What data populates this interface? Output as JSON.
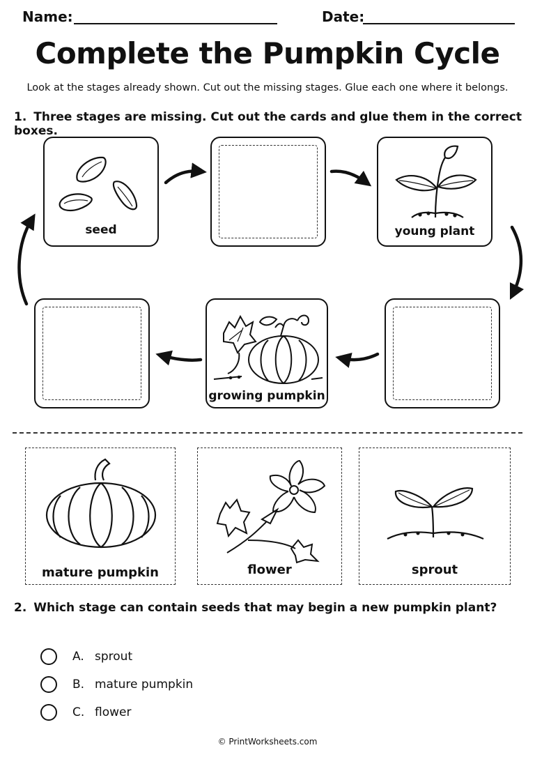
{
  "header": {
    "name_label": "Name:",
    "date_label": "Date:"
  },
  "title": "Complete the Pumpkin Cycle",
  "instructions": "Look at the stages already shown. Cut out the missing stages. Glue each one where it belongs.",
  "question1": {
    "number": "1.",
    "text": "Three stages are missing. Cut out the cards and glue them in the correct boxes."
  },
  "cycle": {
    "seed_label": "seed",
    "young_plant_label": "young plant",
    "growing_pumpkin_label": "growing pumpkin"
  },
  "cutout_cards": [
    {
      "label": "mature pumpkin",
      "icon": "pumpkin-icon"
    },
    {
      "label": "flower",
      "icon": "flower-icon"
    },
    {
      "label": "sprout",
      "icon": "sprout-icon"
    }
  ],
  "question2": {
    "number": "2.",
    "text": "Which stage can contain seeds that may begin a new pumpkin plant?",
    "options": [
      {
        "letter": "A.",
        "text": "sprout"
      },
      {
        "letter": "B.",
        "text": "mature pumpkin"
      },
      {
        "letter": "C.",
        "text": "flower"
      }
    ]
  },
  "footer": "© PrintWorksheets.com"
}
